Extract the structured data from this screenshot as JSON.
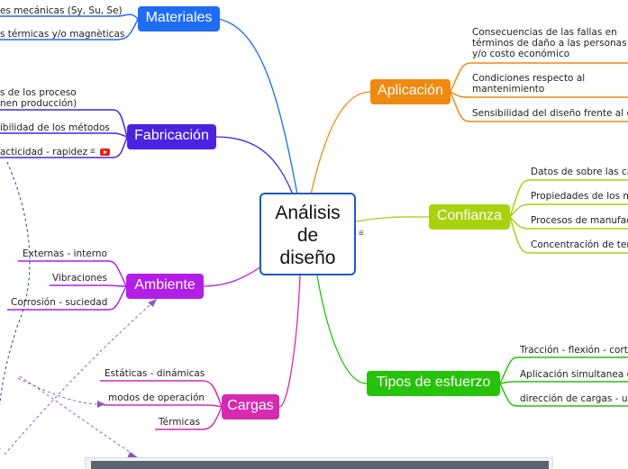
{
  "central": {
    "line1": "Análisis",
    "line2": "de",
    "line3": "diseño"
  },
  "colors": {
    "materiales": "#1e6cf2",
    "fabricacion": "#4a22e0",
    "ambiente": "#b31ee6",
    "cargas": "#d62ab0",
    "aplicacion": "#ee8a0f",
    "confianza": "#a8d20e",
    "esfuerzo": "#27c20c"
  },
  "branches": {
    "materiales": {
      "label": "Materiales",
      "items": [
        "es mecánicas (Sy, Su, Se)",
        "s térmicas y/o magnèticas"
      ]
    },
    "fabricacion": {
      "label": "Fabricación",
      "items": [
        "s de los proceso",
        "nen producción)",
        "ibilidad de los métodos",
        "acticidad - rapidez"
      ]
    },
    "ambiente": {
      "label": "Ambiente",
      "items": [
        "Externas - interno",
        "Vibraciones",
        "Corrosión - suciedad"
      ]
    },
    "cargas": {
      "label": "Cargas",
      "items": [
        "Estáticas - dinámicas",
        "modos de operación",
        "Térmicas"
      ]
    },
    "aplicacion": {
      "label": "Aplicación",
      "items": [
        "Consecuencias de las fallas en",
        "términos de daño a las personas",
        "y/o costo económico",
        "Condiciones respecto al",
        "mantenimiento",
        "Sensibilidad del diseño frente al co"
      ]
    },
    "confianza": {
      "label": "Confianza",
      "items": [
        "Datos de sobre las ca",
        "Propiedades de los ma",
        "Procesos de manufact",
        "Concentración de tens"
      ]
    },
    "esfuerzo": {
      "label": "Tipos de esfuerzo",
      "items": [
        "Tracción - flexión - corte",
        "Aplicación simultanea de",
        "dirección de cargas - un"
      ]
    }
  },
  "icons": {
    "note": "note-lines-icon",
    "video": "youtube-icon"
  }
}
